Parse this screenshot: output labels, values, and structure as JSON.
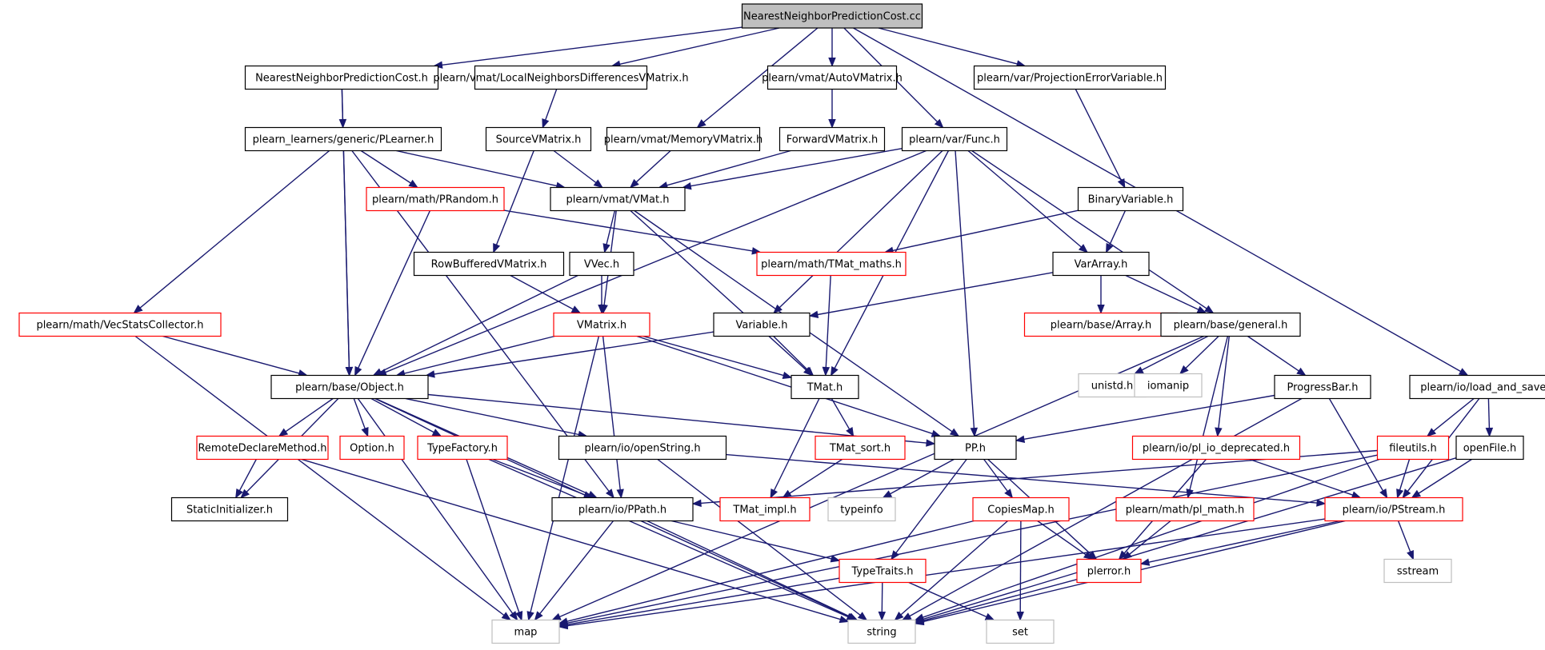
{
  "nodes": [
    {
      "id": "root",
      "label": "NearestNeighborPredictionCost.cc",
      "kind": "root"
    },
    {
      "id": "nnpc_h",
      "label": "NearestNeighborPredictionCost.h",
      "kind": "normal"
    },
    {
      "id": "lndvm",
      "label": "plearn/vmat/LocalNeighborsDifferencesVMatrix.h",
      "kind": "normal"
    },
    {
      "id": "memvm",
      "label": "plearn/vmat/MemoryVMatrix.h",
      "kind": "normal"
    },
    {
      "id": "autovm",
      "label": "plearn/vmat/AutoVMatrix.h",
      "kind": "normal"
    },
    {
      "id": "func",
      "label": "plearn/var/Func.h",
      "kind": "normal"
    },
    {
      "id": "projerr",
      "label": "plearn/var/ProjectionErrorVariable.h",
      "kind": "normal"
    },
    {
      "id": "loadsave",
      "label": "plearn/io/load_and_save.h",
      "kind": "normal"
    },
    {
      "id": "plearner",
      "label": "plearn_learners/generic/PLearner.h",
      "kind": "normal"
    },
    {
      "id": "sourcevm",
      "label": "SourceVMatrix.h",
      "kind": "normal"
    },
    {
      "id": "forwardvm",
      "label": "ForwardVMatrix.h",
      "kind": "normal"
    },
    {
      "id": "prandom",
      "label": "plearn/math/PRandom.h",
      "kind": "truncated"
    },
    {
      "id": "vmat",
      "label": "plearn/vmat/VMat.h",
      "kind": "normal"
    },
    {
      "id": "binvar",
      "label": "BinaryVariable.h",
      "kind": "normal"
    },
    {
      "id": "rowbuf",
      "label": "RowBufferedVMatrix.h",
      "kind": "normal"
    },
    {
      "id": "vvec",
      "label": "VVec.h",
      "kind": "normal"
    },
    {
      "id": "tmatmaths",
      "label": "plearn/math/TMat_maths.h",
      "kind": "truncated"
    },
    {
      "id": "vararray",
      "label": "VarArray.h",
      "kind": "normal"
    },
    {
      "id": "vecstats",
      "label": "plearn/math/VecStatsCollector.h",
      "kind": "truncated"
    },
    {
      "id": "vmatrix",
      "label": "VMatrix.h",
      "kind": "truncated"
    },
    {
      "id": "variable",
      "label": "Variable.h",
      "kind": "normal"
    },
    {
      "id": "array",
      "label": "plearn/base/Array.h",
      "kind": "truncated"
    },
    {
      "id": "general",
      "label": "plearn/base/general.h",
      "kind": "normal"
    },
    {
      "id": "object",
      "label": "plearn/base/Object.h",
      "kind": "normal"
    },
    {
      "id": "tmat",
      "label": "TMat.h",
      "kind": "normal"
    },
    {
      "id": "unistd",
      "label": "unistd.h",
      "kind": "system"
    },
    {
      "id": "iomanip",
      "label": "iomanip",
      "kind": "system"
    },
    {
      "id": "progress",
      "label": "ProgressBar.h",
      "kind": "normal"
    },
    {
      "id": "remotedecl",
      "label": "RemoteDeclareMethod.h",
      "kind": "truncated"
    },
    {
      "id": "option",
      "label": "Option.h",
      "kind": "truncated"
    },
    {
      "id": "typefactory",
      "label": "TypeFactory.h",
      "kind": "truncated"
    },
    {
      "id": "openstring",
      "label": "plearn/io/openString.h",
      "kind": "normal"
    },
    {
      "id": "tmatsort",
      "label": "TMat_sort.h",
      "kind": "truncated"
    },
    {
      "id": "pp",
      "label": "PP.h",
      "kind": "normal"
    },
    {
      "id": "pliodep",
      "label": "plearn/io/pl_io_deprecated.h",
      "kind": "truncated"
    },
    {
      "id": "fileutils",
      "label": "fileutils.h",
      "kind": "truncated"
    },
    {
      "id": "openfile",
      "label": "openFile.h",
      "kind": "normal"
    },
    {
      "id": "staticinit",
      "label": "StaticInitializer.h",
      "kind": "normal"
    },
    {
      "id": "ppath",
      "label": "plearn/io/PPath.h",
      "kind": "normal"
    },
    {
      "id": "tmatimpl",
      "label": "TMat_impl.h",
      "kind": "truncated"
    },
    {
      "id": "typeinfo",
      "label": "typeinfo",
      "kind": "system"
    },
    {
      "id": "copiesmap",
      "label": "CopiesMap.h",
      "kind": "truncated"
    },
    {
      "id": "plmath",
      "label": "plearn/math/pl_math.h",
      "kind": "truncated"
    },
    {
      "id": "pstream",
      "label": "plearn/io/PStream.h",
      "kind": "truncated"
    },
    {
      "id": "typetraits",
      "label": "TypeTraits.h",
      "kind": "truncated"
    },
    {
      "id": "plerror",
      "label": "plerror.h",
      "kind": "truncated"
    },
    {
      "id": "sstream",
      "label": "sstream",
      "kind": "system"
    },
    {
      "id": "map",
      "label": "map",
      "kind": "system"
    },
    {
      "id": "string",
      "label": "string",
      "kind": "system"
    },
    {
      "id": "set",
      "label": "set",
      "kind": "system"
    }
  ],
  "edges": [
    [
      "root",
      "nnpc_h"
    ],
    [
      "root",
      "lndvm"
    ],
    [
      "root",
      "memvm"
    ],
    [
      "root",
      "autovm"
    ],
    [
      "root",
      "func"
    ],
    [
      "root",
      "projerr"
    ],
    [
      "root",
      "loadsave"
    ],
    [
      "nnpc_h",
      "plearner"
    ],
    [
      "nnpc_h",
      "object"
    ],
    [
      "lndvm",
      "sourcevm"
    ],
    [
      "autovm",
      "forwardvm"
    ],
    [
      "memvm",
      "vmat"
    ],
    [
      "projerr",
      "binvar"
    ],
    [
      "plearner",
      "prandom"
    ],
    [
      "plearner",
      "vmat"
    ],
    [
      "plearner",
      "vecstats"
    ],
    [
      "plearner",
      "object"
    ],
    [
      "plearner",
      "ppath"
    ],
    [
      "sourcevm",
      "vmat"
    ],
    [
      "sourcevm",
      "rowbuf"
    ],
    [
      "forwardvm",
      "vmat"
    ],
    [
      "func",
      "vmat"
    ],
    [
      "func",
      "object"
    ],
    [
      "func",
      "variable"
    ],
    [
      "func",
      "tmat"
    ],
    [
      "func",
      "pp"
    ],
    [
      "func",
      "vararray"
    ],
    [
      "func",
      "general"
    ],
    [
      "prandom",
      "tmatmaths"
    ],
    [
      "prandom",
      "object"
    ],
    [
      "vmat",
      "vvec"
    ],
    [
      "vmat",
      "vmatrix"
    ],
    [
      "vmat",
      "tmat"
    ],
    [
      "vmat",
      "pp"
    ],
    [
      "binvar",
      "tmatmaths"
    ],
    [
      "binvar",
      "vararray"
    ],
    [
      "rowbuf",
      "vmatrix"
    ],
    [
      "vvec",
      "vmatrix"
    ],
    [
      "vvec",
      "object"
    ],
    [
      "tmatmaths",
      "tmat"
    ],
    [
      "vararray",
      "variable"
    ],
    [
      "vararray",
      "array"
    ],
    [
      "vararray",
      "general"
    ],
    [
      "vecstats",
      "object"
    ],
    [
      "vecstats",
      "map"
    ],
    [
      "vmatrix",
      "object"
    ],
    [
      "vmatrix",
      "tmat"
    ],
    [
      "vmatrix",
      "pp"
    ],
    [
      "vmatrix",
      "ppath"
    ],
    [
      "vmatrix",
      "map"
    ],
    [
      "variable",
      "tmat"
    ],
    [
      "variable",
      "object"
    ],
    [
      "general",
      "unistd"
    ],
    [
      "general",
      "iomanip"
    ],
    [
      "general",
      "progress"
    ],
    [
      "general",
      "pliodep"
    ],
    [
      "general",
      "plmath"
    ],
    [
      "general",
      "map"
    ],
    [
      "object",
      "remotedecl"
    ],
    [
      "object",
      "option"
    ],
    [
      "object",
      "typefactory"
    ],
    [
      "object",
      "openstring"
    ],
    [
      "object",
      "staticinit"
    ],
    [
      "object",
      "ppath"
    ],
    [
      "object",
      "pp"
    ],
    [
      "object",
      "map"
    ],
    [
      "object",
      "string"
    ],
    [
      "tmat",
      "tmatsort"
    ],
    [
      "tmat",
      "tmatimpl"
    ],
    [
      "progress",
      "pp"
    ],
    [
      "progress",
      "pstream"
    ],
    [
      "progress",
      "string"
    ],
    [
      "loadsave",
      "fileutils"
    ],
    [
      "loadsave",
      "openfile"
    ],
    [
      "loadsave",
      "pstream"
    ],
    [
      "remotedecl",
      "staticinit"
    ],
    [
      "remotedecl",
      "string"
    ],
    [
      "typefactory",
      "ppath"
    ],
    [
      "typefactory",
      "map"
    ],
    [
      "typefactory",
      "string"
    ],
    [
      "openstring",
      "pstream"
    ],
    [
      "openstring",
      "string"
    ],
    [
      "tmatsort",
      "tmatimpl"
    ],
    [
      "pp",
      "typeinfo"
    ],
    [
      "pp",
      "copiesmap"
    ],
    [
      "pp",
      "typetraits"
    ],
    [
      "pp",
      "plerror"
    ],
    [
      "pliodep",
      "pstream"
    ],
    [
      "pliodep",
      "plerror"
    ],
    [
      "fileutils",
      "ppath"
    ],
    [
      "fileutils",
      "pstream"
    ],
    [
      "fileutils",
      "map"
    ],
    [
      "fileutils",
      "string"
    ],
    [
      "openfile",
      "pstream"
    ],
    [
      "openfile",
      "string"
    ],
    [
      "ppath",
      "typetraits"
    ],
    [
      "ppath",
      "map"
    ],
    [
      "ppath",
      "string"
    ],
    [
      "copiesmap",
      "map"
    ],
    [
      "copiesmap",
      "string"
    ],
    [
      "copiesmap",
      "set"
    ],
    [
      "copiesmap",
      "plerror"
    ],
    [
      "plmath",
      "plerror"
    ],
    [
      "pstream",
      "plerror"
    ],
    [
      "pstream",
      "sstream"
    ],
    [
      "pstream",
      "string"
    ],
    [
      "pstream",
      "map"
    ],
    [
      "typetraits",
      "map"
    ],
    [
      "typetraits",
      "string"
    ],
    [
      "typetraits",
      "set"
    ],
    [
      "plerror",
      "string"
    ]
  ],
  "colors": {
    "edge": "#191970",
    "root_fill": "#bfbfbf",
    "normal_border": "#000000",
    "truncated_border": "#ff0000",
    "system_border": "#bfbfbf",
    "node_fill": "#ffffff"
  }
}
